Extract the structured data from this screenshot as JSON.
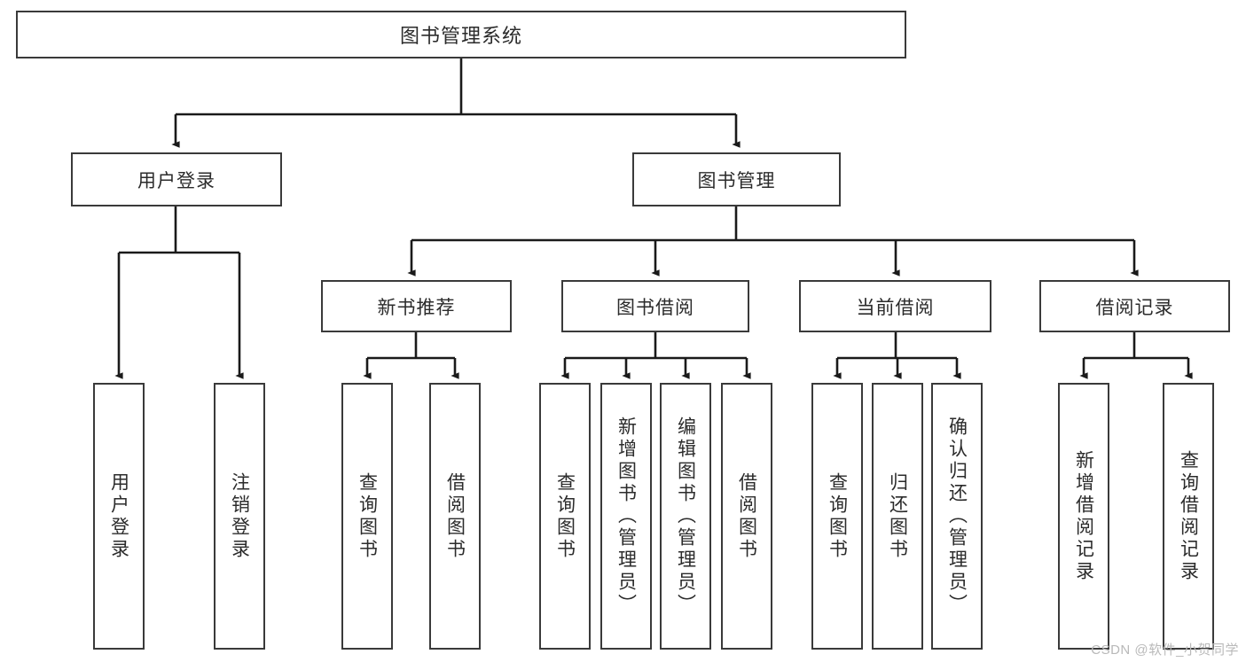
{
  "diagram": {
    "type": "tree-hierarchy-chart",
    "title": "图书管理系统",
    "watermark": "CSDN @软件_小贺同学",
    "colors": {
      "box_border": "#3a3a3a",
      "box_fill": "#ffffff",
      "edge": "#1a1a1a",
      "text": "#2b2b2b",
      "watermark": "#b9b9b9"
    },
    "root": {
      "label": "图书管理系统"
    },
    "level2": [
      {
        "label": "用户登录"
      },
      {
        "label": "图书管理"
      }
    ],
    "level3": [
      {
        "label": "新书推荐"
      },
      {
        "label": "图书借阅"
      },
      {
        "label": "当前借阅"
      },
      {
        "label": "借阅记录"
      }
    ],
    "leaves": {
      "user_login": [
        {
          "label": "用户登录"
        },
        {
          "label": "注销登录"
        }
      ],
      "new_book_recommend": [
        {
          "label": "查询图书"
        },
        {
          "label": "借阅图书"
        }
      ],
      "book_borrow": [
        {
          "label": "查询图书"
        },
        {
          "label": "新增图书（管理员）"
        },
        {
          "label": "编辑图书（管理员）"
        },
        {
          "label": "借阅图书"
        }
      ],
      "current_borrow": [
        {
          "label": "查询图书"
        },
        {
          "label": "归还图书"
        },
        {
          "label": "确认归还（管理员）"
        }
      ],
      "borrow_records": [
        {
          "label": "新增借阅记录"
        },
        {
          "label": "查询借阅记录"
        }
      ]
    }
  }
}
